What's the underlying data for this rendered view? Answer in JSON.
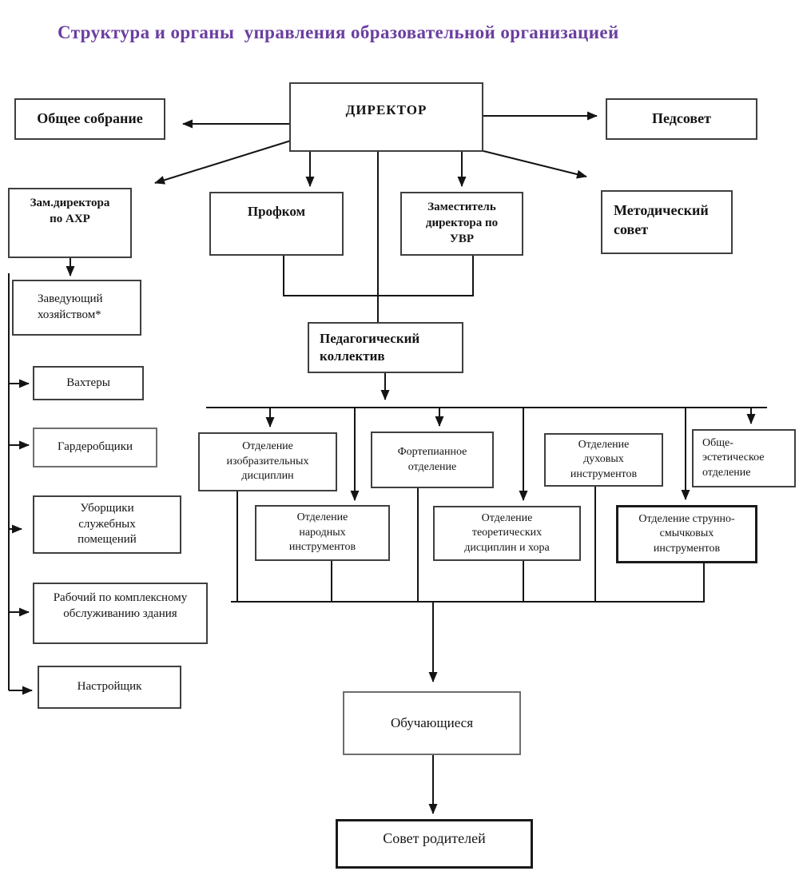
{
  "title": {
    "text": "Структура и органы  управления образовательной организацией"
  },
  "colors": {
    "title": "#6A3FA0",
    "line": "#141414",
    "box_border": "#3f3f3f",
    "background": "#ffffff"
  },
  "nodes": {
    "director": "ДИРЕКТОР",
    "general_meeting": "Общее собрание",
    "ped_council": "Педсовет",
    "deputy_ahr": "Зам.директора\nпо АХР",
    "profkom": "Профком",
    "deputy_uvr": "Заместитель\nдиректора по\nУВР",
    "method_council": "Методический\nсовет",
    "housekeeper": "Заведующий\nхозяйством*",
    "watchmen": "Вахтеры",
    "cloakroom": "Гардеробщики",
    "cleaners": "Уборщики\nслужебных\nпомещений",
    "maintenance": "Рабочий по комплексному\nобслуживанию здания",
    "tuner": "Настройщик",
    "ped_collective": "Педагогический\nколлектив",
    "dept_fine_arts": "Отделение\nизобразительных\nдисциплин",
    "dept_piano": "Фортепианное\nотделение",
    "dept_wind": "Отделение\nдуховых\nинструментов",
    "dept_aesthetic": "Обще-\nэстетическое\nотделение",
    "dept_folk": "Отделение\nнародных\nинструментов",
    "dept_theory": "Отделение\nтеоретических\nдисциплин и хора",
    "dept_strings": "Отделение струнно-\nсмычковых\nинструментов",
    "students": "Обучающиеся",
    "parents_council": "Совет родителей"
  }
}
